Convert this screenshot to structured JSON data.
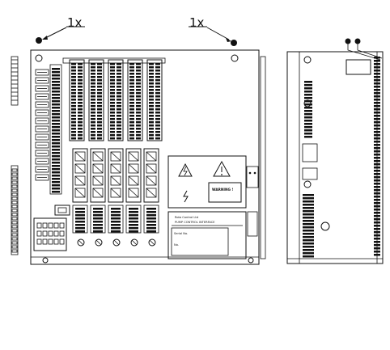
{
  "callouts": [
    {
      "label": "1x"
    },
    {
      "label": "1x"
    }
  ],
  "warning_label": {
    "text": "WARNING !"
  },
  "nameplate": {
    "company": "Rota Control Ltd",
    "product": "PUMP CONTROL INTERFACE",
    "field1": "Serial No.",
    "field2": "No."
  },
  "colors": {
    "line": "#111111",
    "background": "#ffffff"
  },
  "icons": [
    "screw-icon",
    "lightning-warning-icon",
    "exclamation-warning-icon"
  ]
}
